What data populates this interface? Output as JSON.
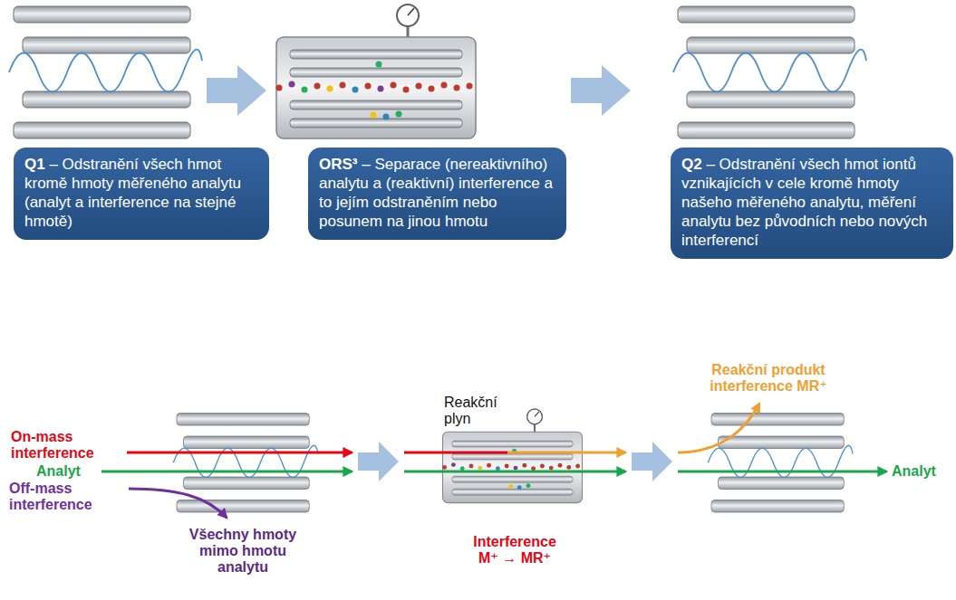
{
  "diagram": {
    "nodes": [
      {
        "text": [
          "Q1 – Odstranění všech hmot kromě hmoty měřeného analytu (analyt a interference na stejné hmotě)"
        ]
      },
      {
        "text": [
          "ORS³ – Separace (nereaktivního) analytu a (reaktivní) interference a to jejím odstraněním nebo posunem na jinou hmotu"
        ]
      },
      {
        "text": [
          "Q2 – Odstranění všech hmot iontů vznikajících v cele kromě hmoty našeho měřeného analytu, měření analytu bez původních nebo nových interferencí"
        ]
      }
    ],
    "labels": [
      "On-mass interference",
      "Analyt",
      "Off-mass interference",
      "Všechny hmoty mimo hmotu analytu",
      "Reakční plyn",
      "Interference M⁺ → MR⁺",
      "Reakční produkt interference MR⁺",
      "Analyt"
    ]
  }
}
